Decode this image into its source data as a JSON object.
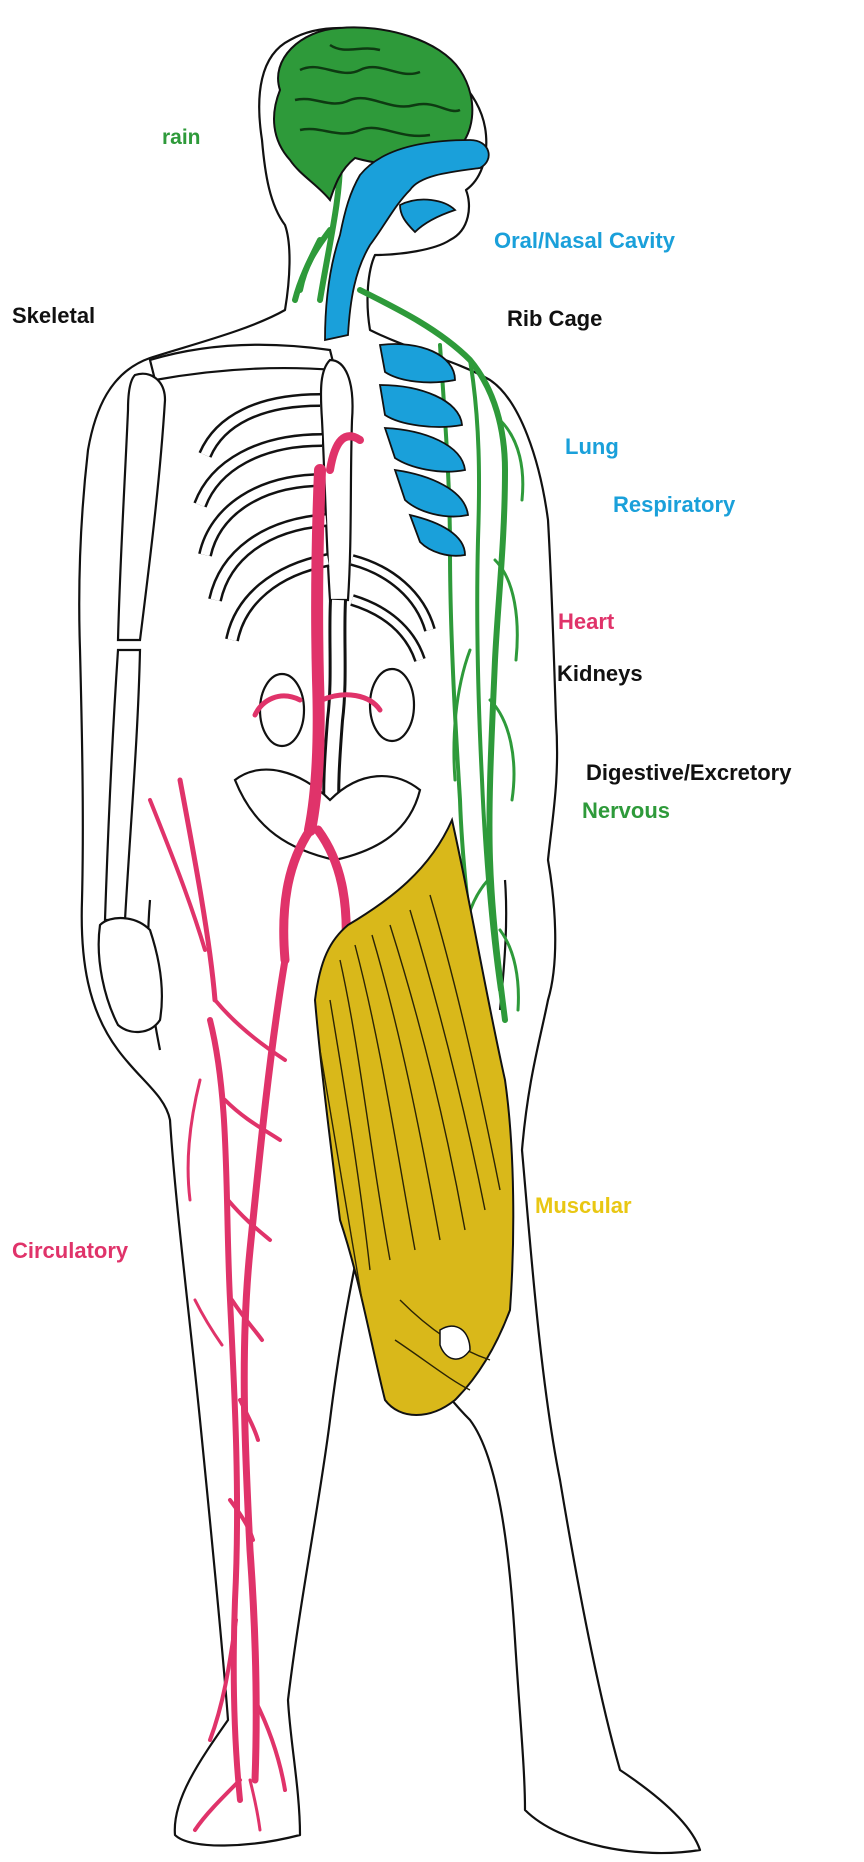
{
  "labels": {
    "brain": "rain",
    "oral_nasal_cavity": "Oral/Nasal Cavity",
    "skeletal": "Skeletal",
    "rib_cage": "Rib Cage",
    "lung": "Lung",
    "respiratory": "Respiratory",
    "heart": "Heart",
    "kidneys": "Kidneys",
    "digestive_excretory": "Digestive/Excretory",
    "nervous": "Nervous",
    "muscular": "Muscular",
    "circulatory": "Circulatory"
  },
  "colors": {
    "nervous_green": "#2e9a3a",
    "respiratory_blue": "#1aa0da",
    "circulatory_pink": "#e0336a",
    "muscular_yellow": "#e9c713",
    "skeletal_black": "#111111",
    "outline": "#111111",
    "background": "#ffffff"
  }
}
